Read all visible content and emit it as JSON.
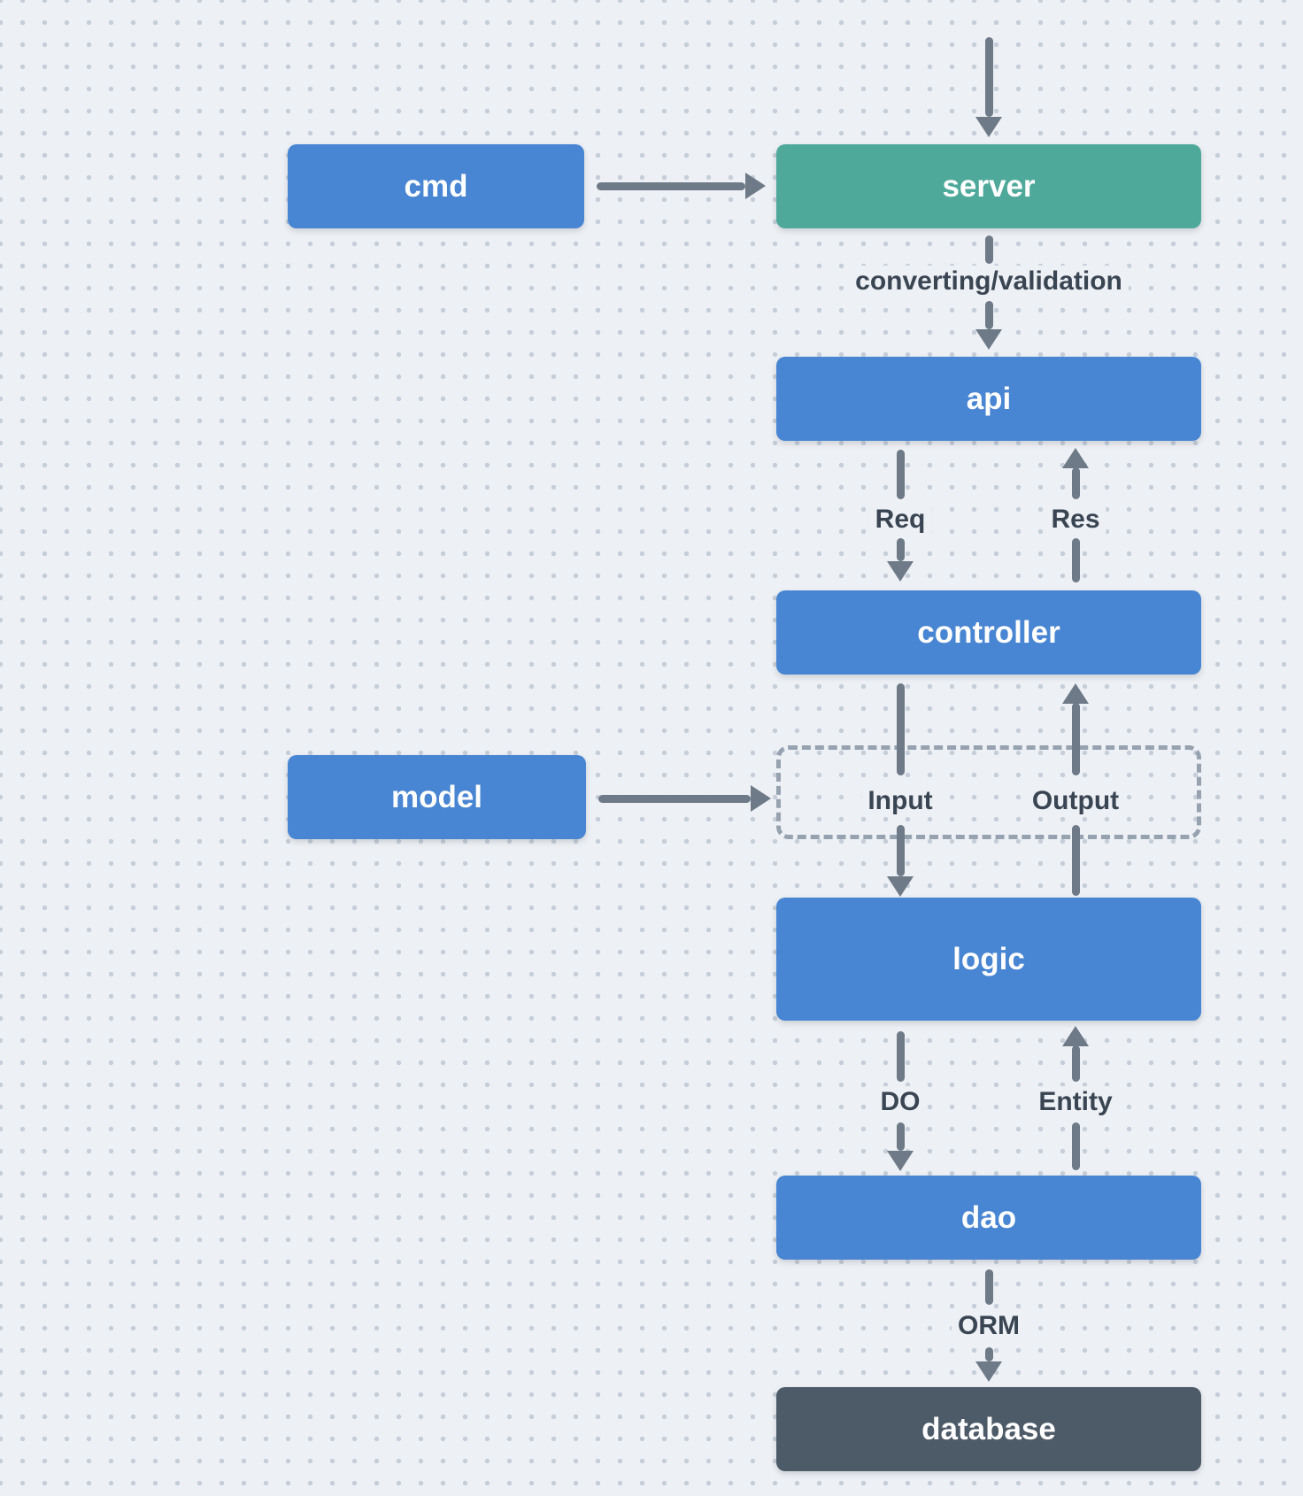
{
  "diagram": {
    "nodes": {
      "cmd": {
        "label": "cmd"
      },
      "server": {
        "label": "server"
      },
      "api": {
        "label": "api"
      },
      "controller": {
        "label": "controller"
      },
      "model": {
        "label": "model"
      },
      "logic": {
        "label": "logic"
      },
      "dao": {
        "label": "dao"
      },
      "database": {
        "label": "database"
      }
    },
    "edge_labels": {
      "server_to_api": "converting/validation",
      "api_to_controller": "Req",
      "controller_to_api": "Res",
      "controller_to_logic": "Input",
      "logic_to_controller": "Output",
      "logic_to_dao": "DO",
      "dao_to_logic": "Entity",
      "dao_to_database": "ORM"
    },
    "colors": {
      "node-blue": "#4885d2",
      "node-green": "#4ea99b",
      "node-dark": "#4d5a67",
      "arrow": "#6e7a87",
      "edge-label": "#3a4553",
      "canvas-bg": "#edf0f4",
      "dot": "#c6ced9",
      "dashed-border": "#97a2b0"
    }
  }
}
